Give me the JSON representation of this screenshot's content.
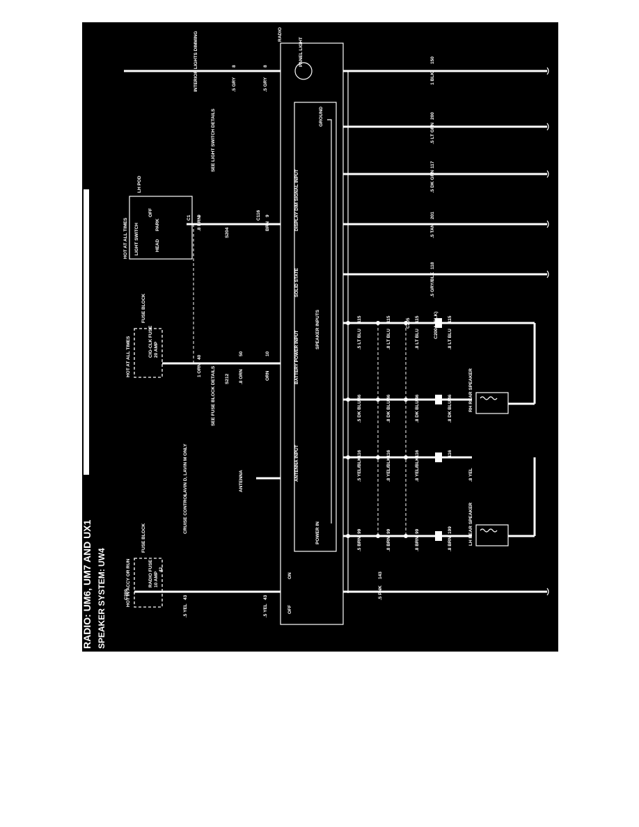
{
  "title": "RADIO: UM6, UM7 AND UX1",
  "subtitle": "SPEAKER SYSTEM: UW4",
  "radio_label": "RADIO",
  "hot_accy": "HOT IN ACCY OR RUN",
  "hot_all_1": "HOT AT ALL TIMES",
  "hot_all_2": "HOT AT ALL TIMES",
  "fuse_block_1": "FUSE BLOCK",
  "fuse_block_2": "FUSE BLOCK",
  "lh_pod": "LH POD",
  "radio_fuse": "RADIO FUSE",
  "radio_fuse_amp": "10 AMP",
  "cig_fuse": "CIG-CLK FUSE",
  "cig_fuse_amp": "20 AMP",
  "light_switch": "LIGHT SWITCH",
  "head": "HEAD",
  "park": "PARK",
  "off_sw": "OFF",
  "cruise": "CRUISE CONTROL",
  "lavin": "LAVIN D, LAVIN M ONLY",
  "antenna": "ANTENNA",
  "see_fuse": "SEE FUSE BLOCK DETAILS",
  "see_light": "SEE LIGHT SWITCH DETAILS",
  "interior": "INTERIOR LIGHTS DIMMING",
  "panel_light": "PANEL LIGHT",
  "power_in": "POWER IN",
  "antenna_input": "ANTENNA INPUT",
  "battery": "BATTERY POWER INPUT",
  "speaker_inputs": "SPEAKER INPUTS",
  "solid_state": "SOLID STATE",
  "display": "DISPLAY DIM SIGNAL INPUT",
  "ground": "GROUND",
  "off_label": "OFF",
  "on_label": "ON",
  "lh_rear": "LH REAR SPEAKER",
  "rh_rear": "RH REAR SPEAKER",
  "s212": "S212",
  "s204": "S204",
  "c289": "C289",
  "c116": "C116",
  "c1": "C1",
  "c205": "C205",
  "c200a": "C200A (BLK)",
  "wires": {
    "pnk": ".5 PNK",
    "c143": "143",
    "yel5": ".5 YEL",
    "c43": "43",
    "c42": "42",
    "yel5b": ".5 YEL",
    "c43b": "43",
    "orn1": "1 ORN",
    "c40": "40",
    "orn8": ".8 ORN",
    "c50": "50",
    "orn": "ORN",
    "c10": "10",
    "brn8": ".8 BRN",
    "c9": "9",
    "brn": "BRN",
    "c9b": "9",
    "gry5": ".5 GRY",
    "c8": "8",
    "gry5b": ".5 GRY",
    "c8b": "8",
    "blk": "1 BLK",
    "c150": "150",
    "ltgrn": ".5 LT GRN",
    "c200": "200",
    "dkgrn": ".5 DK GRN",
    "c117": "117",
    "tan": ".5 TAN",
    "c201": "201",
    "grybk": ".5 GRY/BLK",
    "c118": "118",
    "brn5": ".5 BRN",
    "c99": "99",
    "brn8b": ".8 BRN",
    "c99b": "99",
    "brn8c": ".8 BRN",
    "c99c": "99",
    "brn8d": ".8 BRN",
    "c199": "199",
    "yb5": ".5 YEL/BLK",
    "c116a": "116",
    "yb8": ".8 YEL/BLK",
    "c116b": "116",
    "yb8b": ".8 YEL/BLK",
    "c116c": "116",
    "yel8": ".8 YEL",
    "c116d": "116",
    "dkb5": ".5 DK BLU",
    "c46a": "46",
    "dkb8": ".8 DK BLU",
    "c46b": "46",
    "dkb8b": ".8 DK BLU",
    "c46c": "46",
    "dkb8c": ".8 DK BLU",
    "c46d": "46",
    "ltb5": ".5 LT BLU",
    "c115a": "115",
    "ltb8": ".8 LT BLU",
    "c115b": "115",
    "ltb8b": ".8 LT BLU",
    "c115c": "115",
    "ltb8c": ".8 LT BLU",
    "c115d": "115"
  }
}
